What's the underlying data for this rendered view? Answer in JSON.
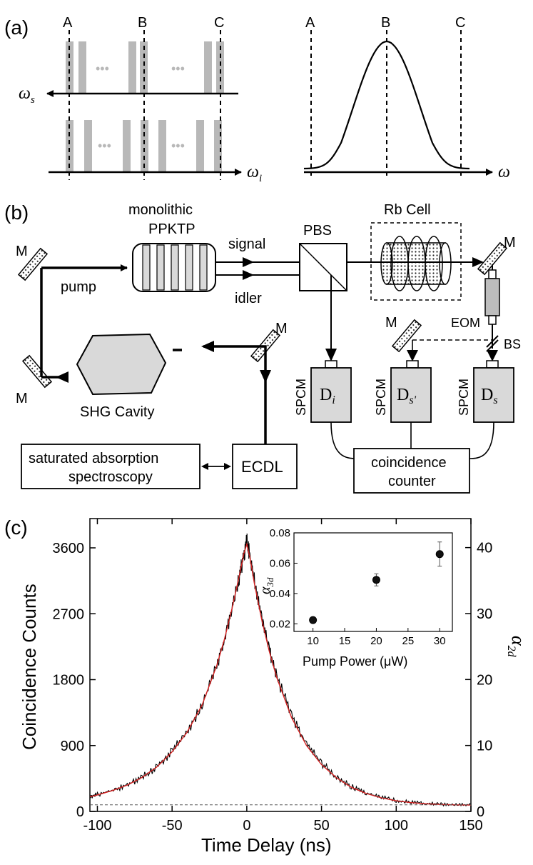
{
  "panel_a": {
    "label": "(a)",
    "left_markers": [
      "A",
      "B",
      "C"
    ],
    "right_markers": [
      "A",
      "B",
      "C"
    ],
    "ellipsis": "•••",
    "axis_signal": "ω",
    "axis_signal_sub": "s",
    "axis_idler": "ω",
    "axis_idler_sub": "i",
    "axis_omega": "ω"
  },
  "panel_b": {
    "label": "(b)",
    "m_top_left": "M",
    "m_bottom_left": "M",
    "m_top_right": "M",
    "m_middle": "M",
    "m_shg": "M",
    "pump": "pump",
    "crystal_line1": "monolithic",
    "crystal_line2": "PPKTP",
    "signal": "signal",
    "idler": "idler",
    "pbs": "PBS",
    "rb_cell": "Rb Cell",
    "eom": "EOM",
    "bs": "BS",
    "shg_cavity": "SHG Cavity",
    "spcm": "SPCM",
    "detector_i": "D",
    "detector_i_sub": "i",
    "detector_s2": "D",
    "detector_s2_sub": "s'",
    "detector_s": "D",
    "detector_s_sub": "s",
    "sas_line1": "saturated absorption",
    "sas_line2": "spectroscopy",
    "ecdl": "ECDL",
    "counter_line1": "coincidence",
    "counter_line2": "counter"
  },
  "colors": {
    "fit_line": "#d62020",
    "data_line": "#000000",
    "gray_bars": "#b8b8b8",
    "component_fill": "#d9d9d9"
  },
  "chart_data": [
    {
      "type": "line",
      "panel": "(c)",
      "xlabel": "Time Delay (ns)",
      "ylabel": "Coincidence Counts",
      "y2label": "α",
      "y2label_sub": "2d",
      "xlim": [
        -105,
        150
      ],
      "ylim": [
        0,
        4000
      ],
      "y2lim": [
        0,
        44.4
      ],
      "xticks": [
        -100,
        -50,
        0,
        50,
        100,
        150
      ],
      "yticks": [
        0,
        900,
        1800,
        2700,
        3600
      ],
      "y2ticks": [
        0,
        10,
        20,
        30,
        40
      ],
      "grid": false,
      "series": [
        {
          "kind": "measured",
          "x": [
            -105,
            -100,
            -90,
            -80,
            -70,
            -60,
            -50,
            -40,
            -30,
            -20,
            -15,
            -10,
            -5,
            -2,
            0,
            2,
            5,
            10,
            15,
            20,
            30,
            40,
            50,
            60,
            70,
            80,
            90,
            100,
            110,
            120,
            130,
            140,
            150
          ],
          "y": [
            210,
            230,
            290,
            360,
            470,
            610,
            820,
            1080,
            1450,
            2000,
            2350,
            2750,
            3200,
            3500,
            3700,
            3480,
            3150,
            2650,
            2200,
            1850,
            1300,
            920,
            660,
            470,
            340,
            250,
            190,
            150,
            125,
            108,
            98,
            92,
            88
          ]
        },
        {
          "kind": "fit",
          "x": [
            -105,
            -100,
            -90,
            -80,
            -70,
            -60,
            -50,
            -40,
            -30,
            -20,
            -15,
            -10,
            -5,
            -2,
            0,
            2,
            5,
            10,
            15,
            20,
            30,
            40,
            50,
            60,
            70,
            80,
            90,
            100,
            110,
            120,
            130,
            140,
            150
          ],
          "y": [
            200,
            225,
            285,
            360,
            465,
            610,
            815,
            1080,
            1450,
            2000,
            2350,
            2760,
            3220,
            3520,
            3650,
            3480,
            3120,
            2620,
            2190,
            1830,
            1280,
            900,
            640,
            460,
            330,
            245,
            185,
            145,
            120,
            104,
            95,
            90,
            87
          ]
        },
        {
          "kind": "baseline",
          "x": [
            -105,
            150
          ],
          "y": [
            90,
            90
          ]
        }
      ]
    },
    {
      "type": "scatter",
      "panel": "(c) inset",
      "xlabel": "Pump Power (μW)",
      "ylabel": "α",
      "ylabel_sub": "3d",
      "xlim": [
        7,
        32
      ],
      "ylim": [
        0.015,
        0.08
      ],
      "xticks": [
        10,
        15,
        20,
        25,
        30
      ],
      "yticks": [
        0.02,
        0.04,
        0.06,
        0.08
      ],
      "yticklabels": [
        "0.02",
        "0.04",
        "0.06",
        "0.08"
      ],
      "grid": false,
      "points": [
        {
          "x": 10,
          "y": 0.0225,
          "err": 0.0008
        },
        {
          "x": 20,
          "y": 0.049,
          "err": 0.004
        },
        {
          "x": 30,
          "y": 0.066,
          "err": 0.008
        }
      ]
    }
  ]
}
